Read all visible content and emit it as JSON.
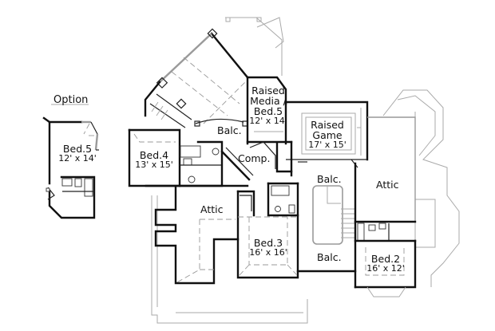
{
  "plan": {
    "option_label": "Option",
    "rooms": [
      {
        "id": "bed5-option",
        "name": "Bed.5",
        "size": "12' x 14'"
      },
      {
        "id": "bed4",
        "name": "Bed.4",
        "size": "13' x 15'"
      },
      {
        "id": "raised-media",
        "name": "Raised Media / Bed.5",
        "name_lines": [
          "Raised",
          "Media /",
          "Bed.5"
        ],
        "size": "12' x 14'"
      },
      {
        "id": "raised-game",
        "name": "Raised Game",
        "name_lines": [
          "Raised",
          "Game"
        ],
        "size": "17' x 15'"
      },
      {
        "id": "bed3",
        "name": "Bed.3",
        "size": "16' x 16'"
      },
      {
        "id": "bed2",
        "name": "Bed.2",
        "size": "16' x 12'"
      }
    ],
    "labels": {
      "balc_top": "Balc.",
      "comp": "Comp.",
      "balc_mid": "Balc.",
      "balc_bottom": "Balc.",
      "attic_left": "Attic",
      "attic_right": "Attic"
    }
  }
}
